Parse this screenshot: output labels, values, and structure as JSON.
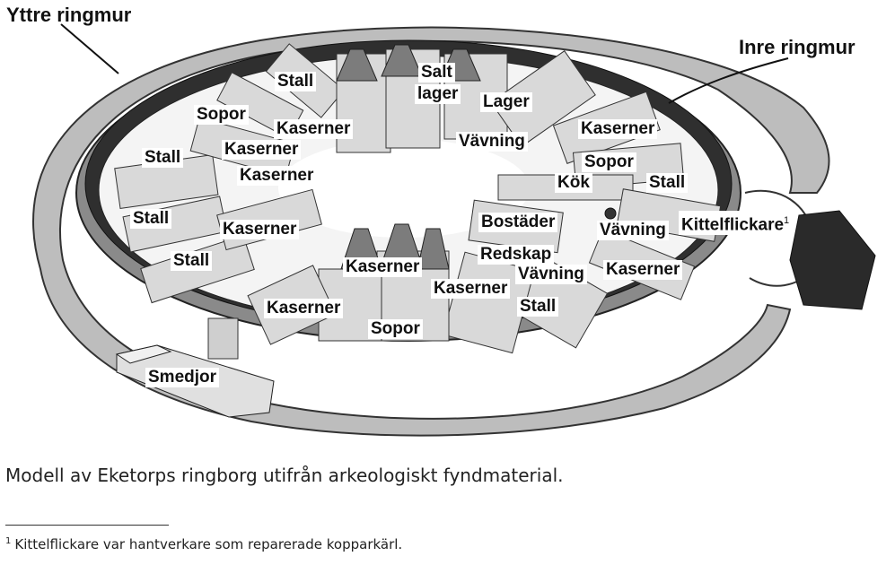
{
  "labels": {
    "outer_wall": "Yttre ringmur",
    "inner_wall": "Inre ringmur",
    "salt_1": "Salt",
    "salt_2": "lager",
    "stall_a": "Stall",
    "stall_b": "Stall",
    "stall_c": "Stall",
    "stall_d": "Stall",
    "stall_e": "Stall",
    "stall_f": "Stall",
    "sopor_a": "Sopor",
    "sopor_b": "Sopor",
    "sopor_c": "Sopor",
    "kaserner_a": "Kaserner",
    "kaserner_b": "Kaserner",
    "kaserner_c": "Kaserner",
    "kaserner_d": "Kaserner",
    "kaserner_e": "Kaserner",
    "kaserner_f": "Kaserner",
    "kaserner_g": "Kaserner",
    "kaserner_h": "Kaserner",
    "lager": "Lager",
    "vavning_a": "Vävning",
    "vavning_b": "Vävning",
    "vavning_c": "Vävning",
    "kok": "Kök",
    "bostader": "Bostäder",
    "kittelflickare": "Kittelflickare",
    "kittelflickare_note": "1",
    "redskap": "Redskap",
    "smedjor": "Smedjor"
  },
  "caption": "Modell av Eketorps ringborg utifrån arkeologiskt fyndmaterial.",
  "footnote": {
    "marker": "1",
    "text": "Kittelflickare var hantverkare som reparerade kopparkärl."
  }
}
